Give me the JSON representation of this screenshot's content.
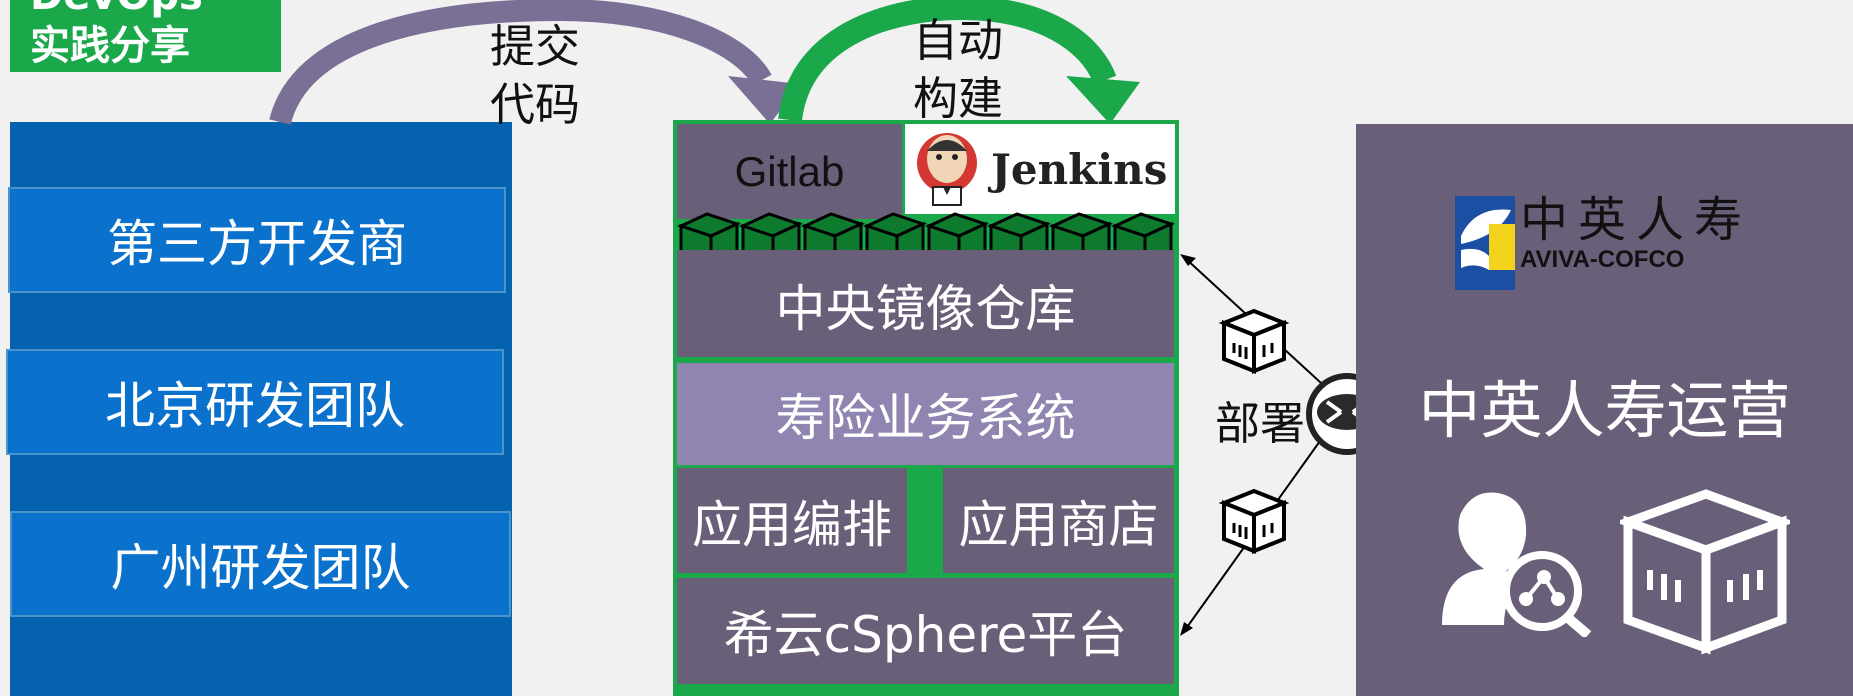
{
  "badge": {
    "line1": "DevOps",
    "line2": "实践分享"
  },
  "left": {
    "teams": [
      {
        "label": "第三方开发商"
      },
      {
        "label": "北京研发团队"
      },
      {
        "label": "广州研发团队"
      }
    ]
  },
  "arrows": {
    "commit_line1": "提交",
    "commit_line2": "代码",
    "build_line1": "自动",
    "build_line2": "构建",
    "deploy": "部署"
  },
  "center": {
    "gitlab": "Gitlab",
    "jenkins": "Jenkins",
    "image_repo": "中央镜像仓库",
    "business_system": "寿险业务系统",
    "app_orchestration": "应用编排",
    "app_store": "应用商店",
    "platform": "希云cSphere平台"
  },
  "right": {
    "logo_cn": "中英人寿",
    "logo_en": "AVIVA-COFCO",
    "title": "中英人寿运营"
  },
  "colors": {
    "green": "#1aa84b",
    "blue_panel": "#0462af",
    "blue_box": "#0a71cd",
    "purple": "#6a5f79",
    "lavender": "#8f85b0",
    "arrow_purple": "#7a6f95"
  }
}
